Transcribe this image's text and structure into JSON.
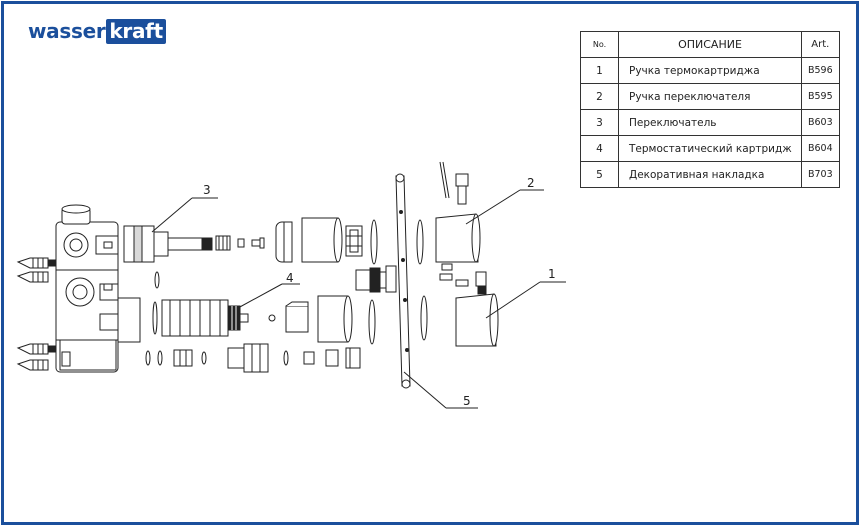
{
  "brand": {
    "logo_main": "wasser",
    "logo_accent": "kraft",
    "frame_color": "#1b4f9c"
  },
  "table": {
    "headers": {
      "no": "No.",
      "description": "ОПИСАНИЕ",
      "art": "Art."
    },
    "rows": [
      {
        "no": "1",
        "description": "Ручка термокартриджа",
        "art": "B596"
      },
      {
        "no": "2",
        "description": "Ручка переключателя",
        "art": "B595"
      },
      {
        "no": "3",
        "description": "Переключатель",
        "art": "B603"
      },
      {
        "no": "4",
        "description": "Термостатический картридж",
        "art": "B604"
      },
      {
        "no": "5",
        "description": "Декоративная накладка",
        "art": "B703"
      }
    ]
  },
  "callouts": {
    "c1": "1",
    "c2": "2",
    "c3": "3",
    "c4": "4",
    "c5": "5"
  }
}
